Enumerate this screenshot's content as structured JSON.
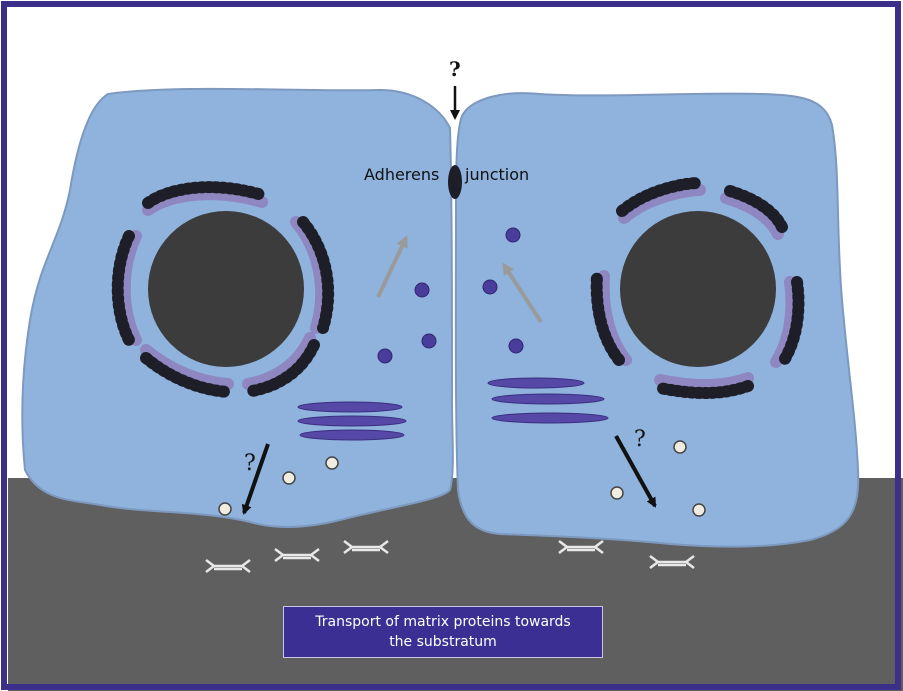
{
  "labels": {
    "top_question": "?",
    "adherens": "Adherens",
    "junction": "junction",
    "left_question": "?",
    "right_question": "?"
  },
  "caption": {
    "line1": "Transport of matrix proteins towards",
    "line2": "the substratum"
  },
  "colors": {
    "border": "#3b2f8a",
    "substratum": "#5f5f5f",
    "cell": "#8fb3dc",
    "cell_edge": "#7d99bf",
    "nucleus": "#3c3c3c",
    "er": "#8f87c2",
    "ribosome": "#1e1e28",
    "golgi": "#5548a6",
    "vesicle_purple": "#4a3c9a",
    "vesicle_pale": "#f0ece0",
    "arrow_grey": "#9a9a9a",
    "arrow_black": "#111111",
    "caption_bg": "#3b2f93",
    "caption_text": "#ffffff"
  }
}
